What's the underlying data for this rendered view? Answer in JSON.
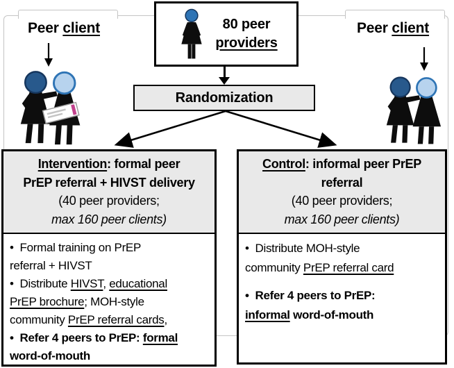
{
  "colors": {
    "box_gray": "#e9e9e9",
    "frame_gray": "#c4c4c4",
    "ink": "#000000",
    "head_dark_blue": "#28598c",
    "head_dark_ring": "#16365d",
    "head_light_blue": "#b7d3ee",
    "head_light_ring": "#2e74b5",
    "head_mid_blue": "#2e74b5",
    "kit_stripe": "#c2418c"
  },
  "icons": {
    "female_person": "female-person-icon",
    "peer_pair_with_kit": "two-peers-with-hivst-kit-icon",
    "peer_pair": "two-peers-icon",
    "down_arrow": "down-arrow-icon",
    "branch_arrows": "branch-arrows-icon",
    "hivst_kit": "hivst-test-kit-graphic"
  },
  "peer_client_left": {
    "label": [
      {
        "t": "Peer ",
        "b": true
      },
      {
        "t": "client",
        "b": true,
        "u": true
      }
    ]
  },
  "peer_client_right": {
    "label": [
      {
        "t": "Peer ",
        "b": true
      },
      {
        "t": "client",
        "b": true,
        "u": true
      }
    ]
  },
  "provider_box": {
    "label": [
      {
        "t": "80 peer",
        "b": true
      },
      {
        "br": true
      },
      {
        "t": "providers",
        "b": true,
        "u": true
      }
    ]
  },
  "randomization": {
    "label": "Randomization"
  },
  "intervention": {
    "header": [
      {
        "t": "Intervention",
        "b": true,
        "u": true
      },
      {
        "t": ": formal peer",
        "b": true
      },
      {
        "br": true
      },
      {
        "t": "PrEP referral + HIVST delivery",
        "b": true
      },
      {
        "br": true
      },
      {
        "t": "(40 peer providers;"
      },
      {
        "br": true
      },
      {
        "t": "max 160 peer clients)",
        "i": true
      }
    ],
    "bullets": [
      [
        {
          "t": "•  Formal training on PrEP"
        },
        {
          "br": true
        },
        {
          "t": "referral + HIVST"
        }
      ],
      [
        {
          "t": "•  Distribute "
        },
        {
          "t": "HIVST",
          "u": true
        },
        {
          "t": ", "
        },
        {
          "t": "educational",
          "u": true
        },
        {
          "br": true
        },
        {
          "t": "PrEP brochure",
          "u": true
        },
        {
          "t": "; MOH-style"
        },
        {
          "br": true
        },
        {
          "t": "community "
        },
        {
          "t": "PrEP referral cards",
          "u": true
        },
        {
          "t": ","
        }
      ],
      [
        {
          "t": "•  Refer 4 peers to PrEP: ",
          "b": true
        },
        {
          "t": "formal",
          "b": true,
          "u": true
        },
        {
          "br": true
        },
        {
          "t": "word-of-mouth",
          "b": true
        }
      ]
    ]
  },
  "control": {
    "header": [
      {
        "t": "Control",
        "b": true,
        "u": true
      },
      {
        "t": ": informal peer PrEP",
        "b": true
      },
      {
        "br": true
      },
      {
        "t": "referral",
        "b": true
      },
      {
        "br": true
      },
      {
        "t": "(40 peer providers;"
      },
      {
        "br": true
      },
      {
        "t": "max 160 peer clients)",
        "i": true
      }
    ],
    "bullets": [
      [
        {
          "t": "•  Distribute MOH-style"
        },
        {
          "br": true
        },
        {
          "t": "community "
        },
        {
          "t": "PrEP referral card",
          "u": true
        }
      ],
      [
        {
          "t": "•  Refer 4 peers to PrEP:",
          "b": true
        },
        {
          "br": true
        },
        {
          "t": "informal",
          "b": true,
          "u": true
        },
        {
          "t": " word-of-mouth",
          "b": true
        }
      ]
    ]
  }
}
